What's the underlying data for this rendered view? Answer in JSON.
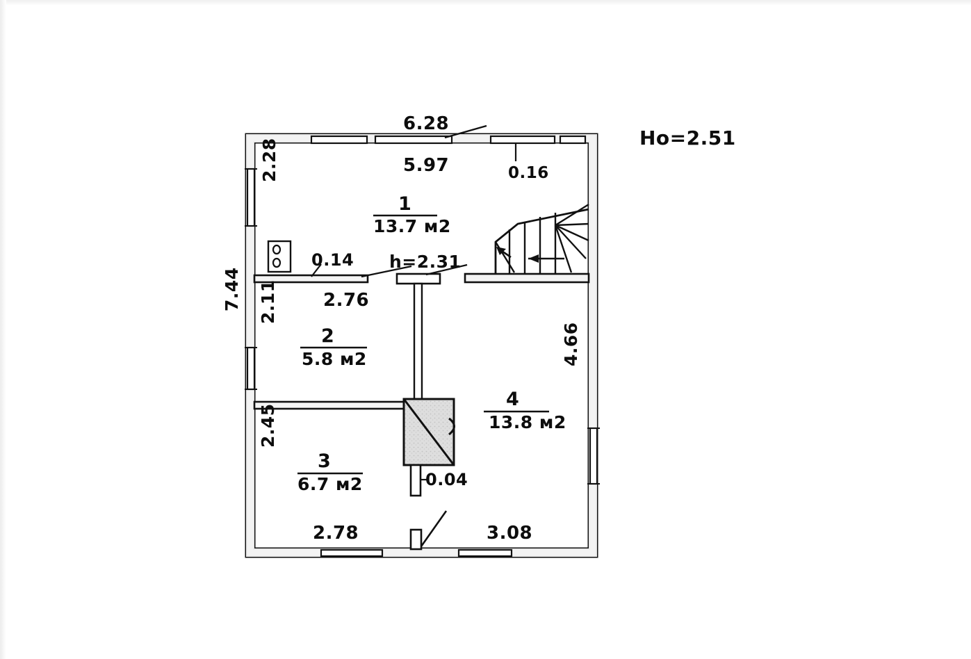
{
  "plan": {
    "title_note": "Ho=2.51",
    "units_note": "м2",
    "ceiling_height_label": "Ho=2.51",
    "partition_height_label": "h=2.31"
  },
  "rooms": [
    {
      "number": "1",
      "area": "13.7 м2",
      "name": "room-1"
    },
    {
      "number": "2",
      "area": "5.8 м2",
      "name": "room-2"
    },
    {
      "number": "3",
      "area": "6.7 м2",
      "name": "room-3"
    },
    {
      "number": "4",
      "area": "13.8 м2",
      "name": "room-4"
    }
  ],
  "dimensions": {
    "top_outer": "6.28",
    "top_inner": "5.97",
    "top_right_wall": "0.16",
    "left_outer": "7.44",
    "left_seg_top": "2.28",
    "left_seg_mid": "2.11",
    "left_seg_bottom": "2.45",
    "right_outer": "4.66",
    "partition_thickness_upper": "0.14",
    "partition_span_upper": "2.76",
    "partition_height": "h=2.31",
    "stove_offset": "0.04",
    "bottom_left": "2.78",
    "bottom_right": "3.08"
  },
  "annotations": {
    "ceiling": "Ho=2.51"
  },
  "symbols": {
    "stair": "staircase-winder",
    "stove": "stove-hatched-block",
    "cooktop": "cooktop-two-burner",
    "door_swing": "door-swing-arc"
  }
}
